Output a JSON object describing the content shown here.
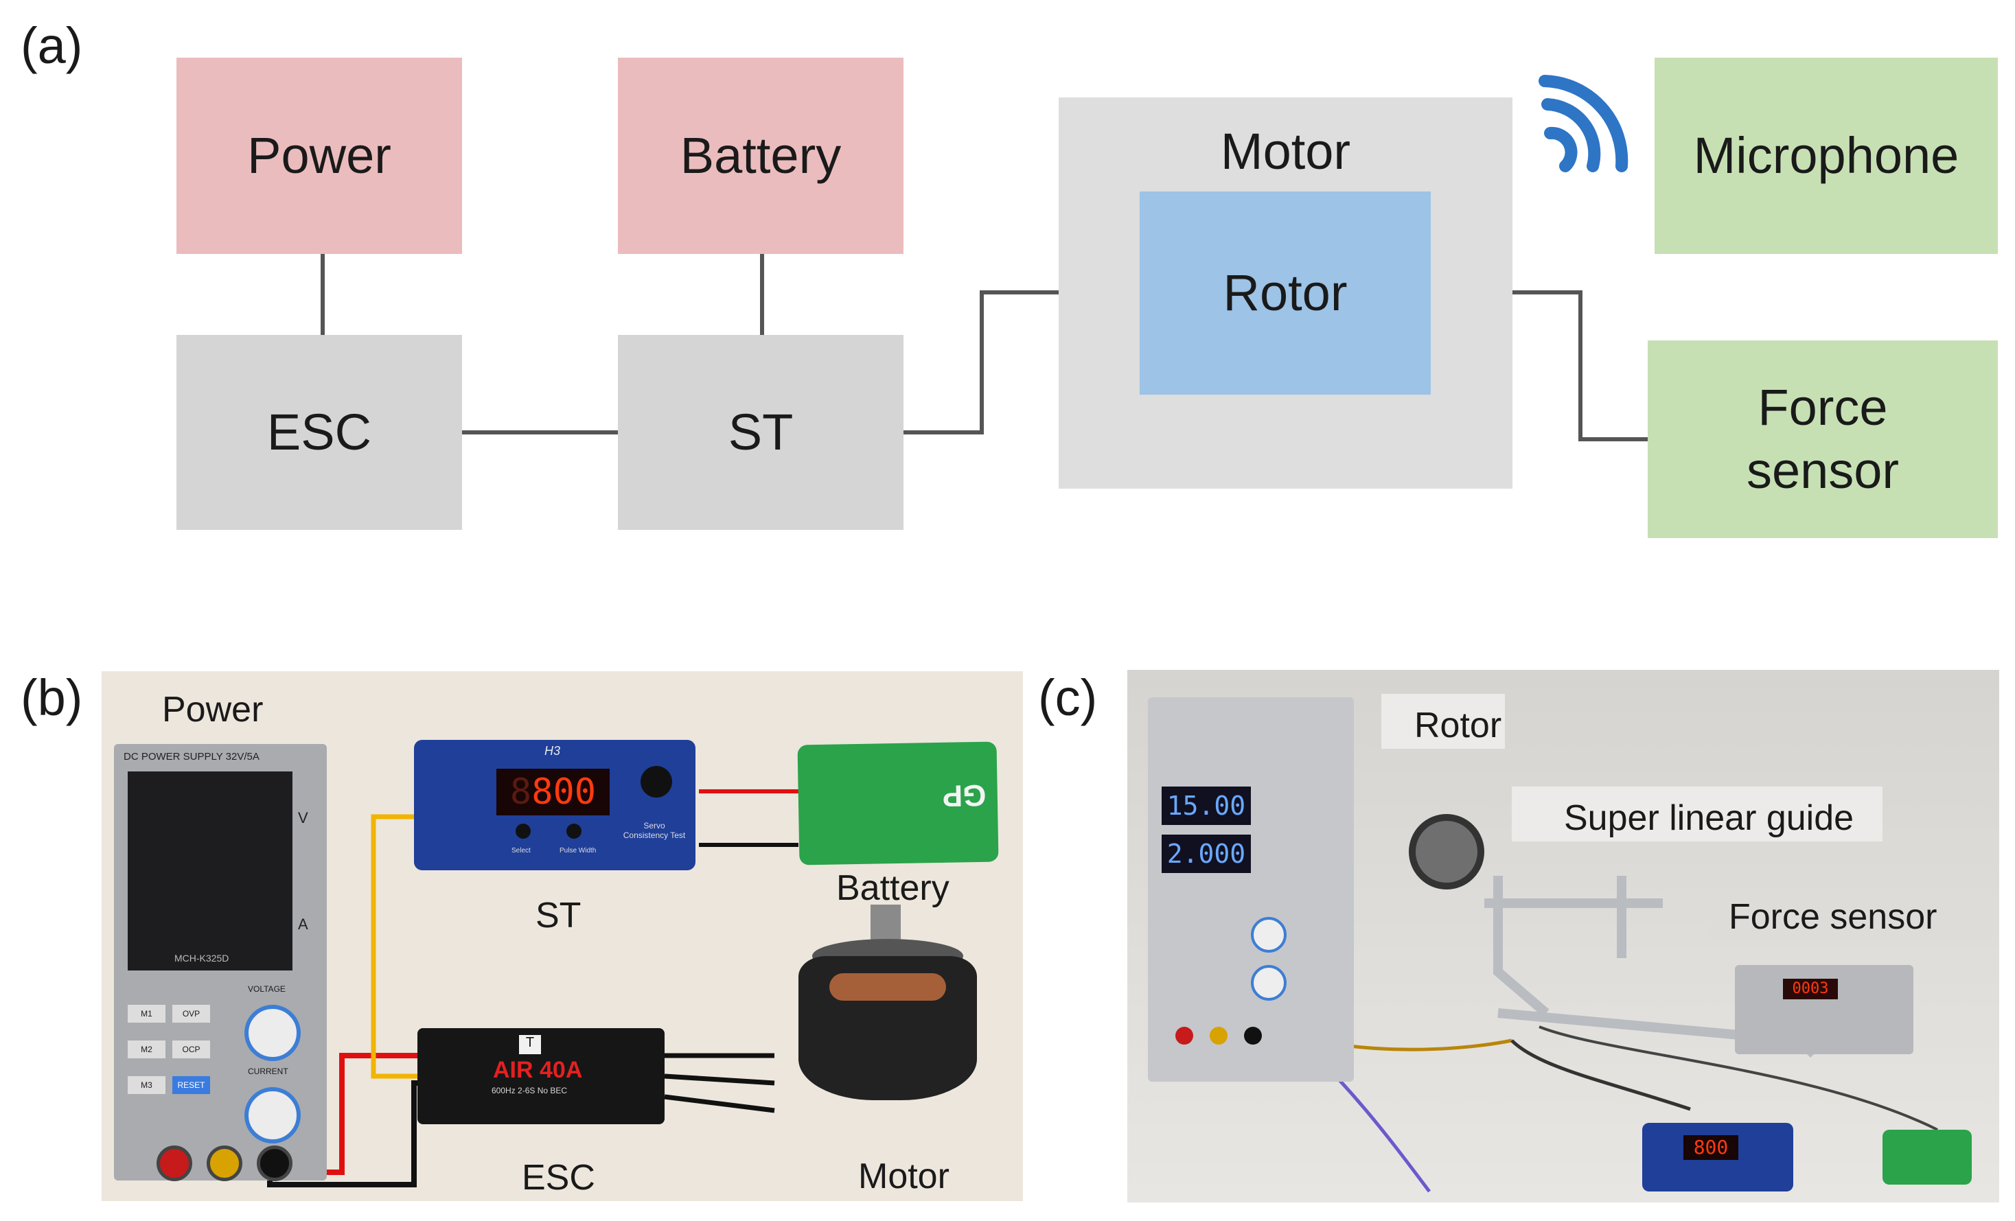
{
  "panels": {
    "a": "(a)",
    "b": "(b)",
    "c": "(c)"
  },
  "diagram": {
    "power": "Power",
    "battery": "Battery",
    "motor": "Motor",
    "rotor": "Rotor",
    "microphone": "Microphone",
    "esc": "ESC",
    "st": "ST",
    "force_sensor_line1": "Force",
    "force_sensor_line2": "sensor",
    "colors": {
      "power_box": "#ebbcbe",
      "control_box": "#d5d5d5",
      "rotor_box": "#9dc3e6",
      "sensor_box": "#c6e0b4",
      "wifi_icon": "#2e75c6"
    }
  },
  "photo_b": {
    "power": "Power",
    "st": "ST",
    "battery": "Battery",
    "esc": "ESC",
    "motor": "Motor",
    "psu_title": "DC POWER SUPPLY 32V/5A",
    "psu_model": "MCH-K325D",
    "psu_v": "V",
    "psu_a": "A",
    "psu_voltage": "VOLTAGE",
    "psu_current": "CURRENT",
    "psu_buttons": [
      "M1",
      "OVP",
      "M2",
      "OCP",
      "M3",
      "RESET"
    ],
    "st_title": "H3",
    "st_display": "800",
    "st_display_lead": "8",
    "st_caption": "Servo Consistency Test",
    "st_select": "Select",
    "st_pulse": "Pulse Width",
    "battery_brand": "GP",
    "esc_brand": "AIR 40A",
    "esc_spec": "600Hz 2-6S No BEC"
  },
  "photo_c": {
    "rotor": "Rotor",
    "guide": "Super linear guide",
    "force_sensor": "Force sensor",
    "psu_voltage": "15.00",
    "psu_current": "2.000",
    "sensor_display": "0003",
    "st_display": "800"
  }
}
